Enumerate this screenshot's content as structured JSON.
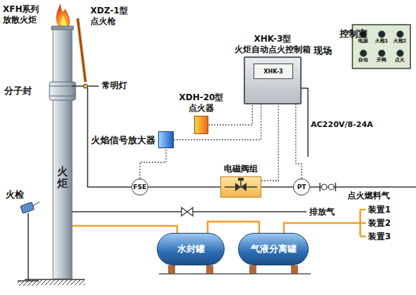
{
  "diagram": {
    "nodes": [
      {
        "text": [
          "XHK-3型 火炬自动点火控制箱"
        ]
      },
      {
        "text": [
          "XHK-3"
        ],
        "in": 0
      },
      {
        "text": [
          "电源",
          "火检1",
          "火检2",
          "自动",
          "开阀",
          "点火"
        ]
      },
      {
        "text": [
          "XDH-20型 点火器"
        ]
      },
      {
        "text": [
          "火焰信号放大器"
        ]
      },
      {
        "text": [
          "FSE"
        ]
      },
      {
        "text": [
          "电磁阀组"
        ]
      },
      {
        "text": [
          "PT"
        ]
      },
      {
        "text": [
          "火炬"
        ]
      },
      {
        "text": [
          "水封罐"
        ]
      },
      {
        "text": [
          "气液分离罐"
        ]
      }
    ],
    "edges": [
      {
        "from": 3,
        "to": 0,
        "arrow": "none"
      },
      {
        "from": 4,
        "to": 0,
        "arrow": "none"
      },
      {
        "from": 5,
        "to": 4,
        "arrow": "none"
      },
      {
        "from": 6,
        "to": 0,
        "arrow": "none"
      },
      {
        "from": 7,
        "to": 0,
        "arrow": "none"
      },
      {
        "from": 7,
        "to": 6,
        "arrow": "none"
      },
      {
        "from": 6,
        "to": 5,
        "arrow": "none"
      },
      {
        "from": 9,
        "to": 8,
        "arrow": "none"
      },
      {
        "from": 10,
        "to": 9,
        "arrow": "none"
      }
    ],
    "labels": [
      "XFH系列 放散火炬",
      "XDZ-1型 点火枪",
      "常明灯",
      "分子封",
      "火检",
      "现场",
      "控制室",
      "AC220V/8-24A",
      "点火燃料气",
      "排放气",
      "装置1",
      "装置2",
      "装置3"
    ]
  }
}
